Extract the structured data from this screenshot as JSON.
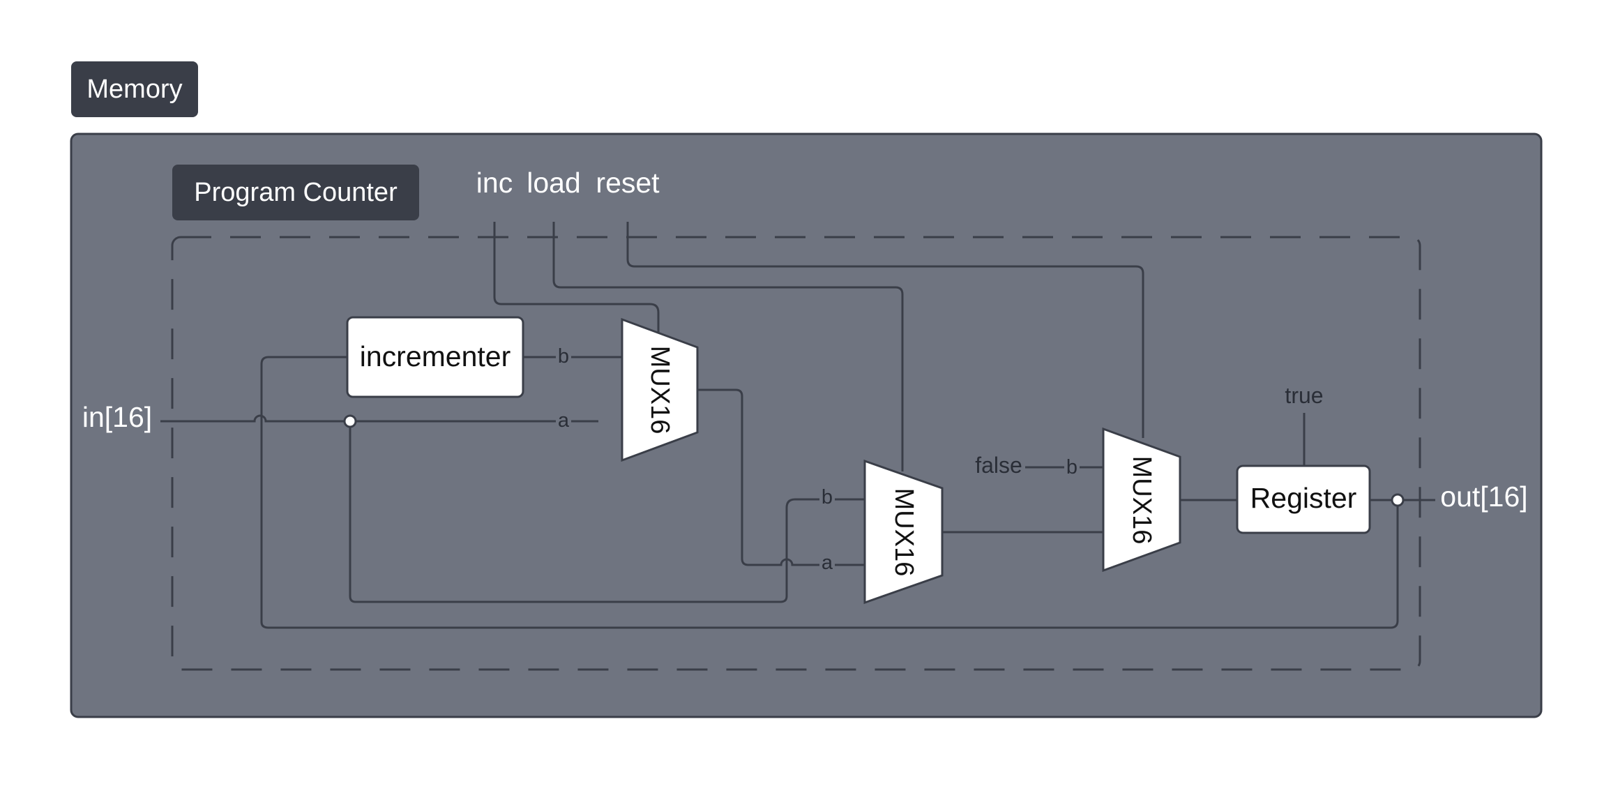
{
  "memory": {
    "label": "Memory"
  },
  "program_counter": {
    "label": "Program Counter"
  },
  "controls": {
    "inc": "inc",
    "load": "load",
    "reset": "reset"
  },
  "io": {
    "input": "in[16]",
    "output": "out[16]"
  },
  "blocks": {
    "incrementer": "incrementer",
    "register": "Register",
    "mux1": "MUX16",
    "mux2": "MUX16",
    "mux3": "MUX16"
  },
  "pins": {
    "mux1_b": "b",
    "mux1_a": "a",
    "mux2_b": "b",
    "mux2_a": "a",
    "mux3_b": "b"
  },
  "constants": {
    "false": "false",
    "true": "true"
  },
  "colors": {
    "outer_fill": "#6f7480",
    "tag_fill": "#3a3e48",
    "line": "#3a3e48",
    "block_fill": "#ffffff"
  }
}
